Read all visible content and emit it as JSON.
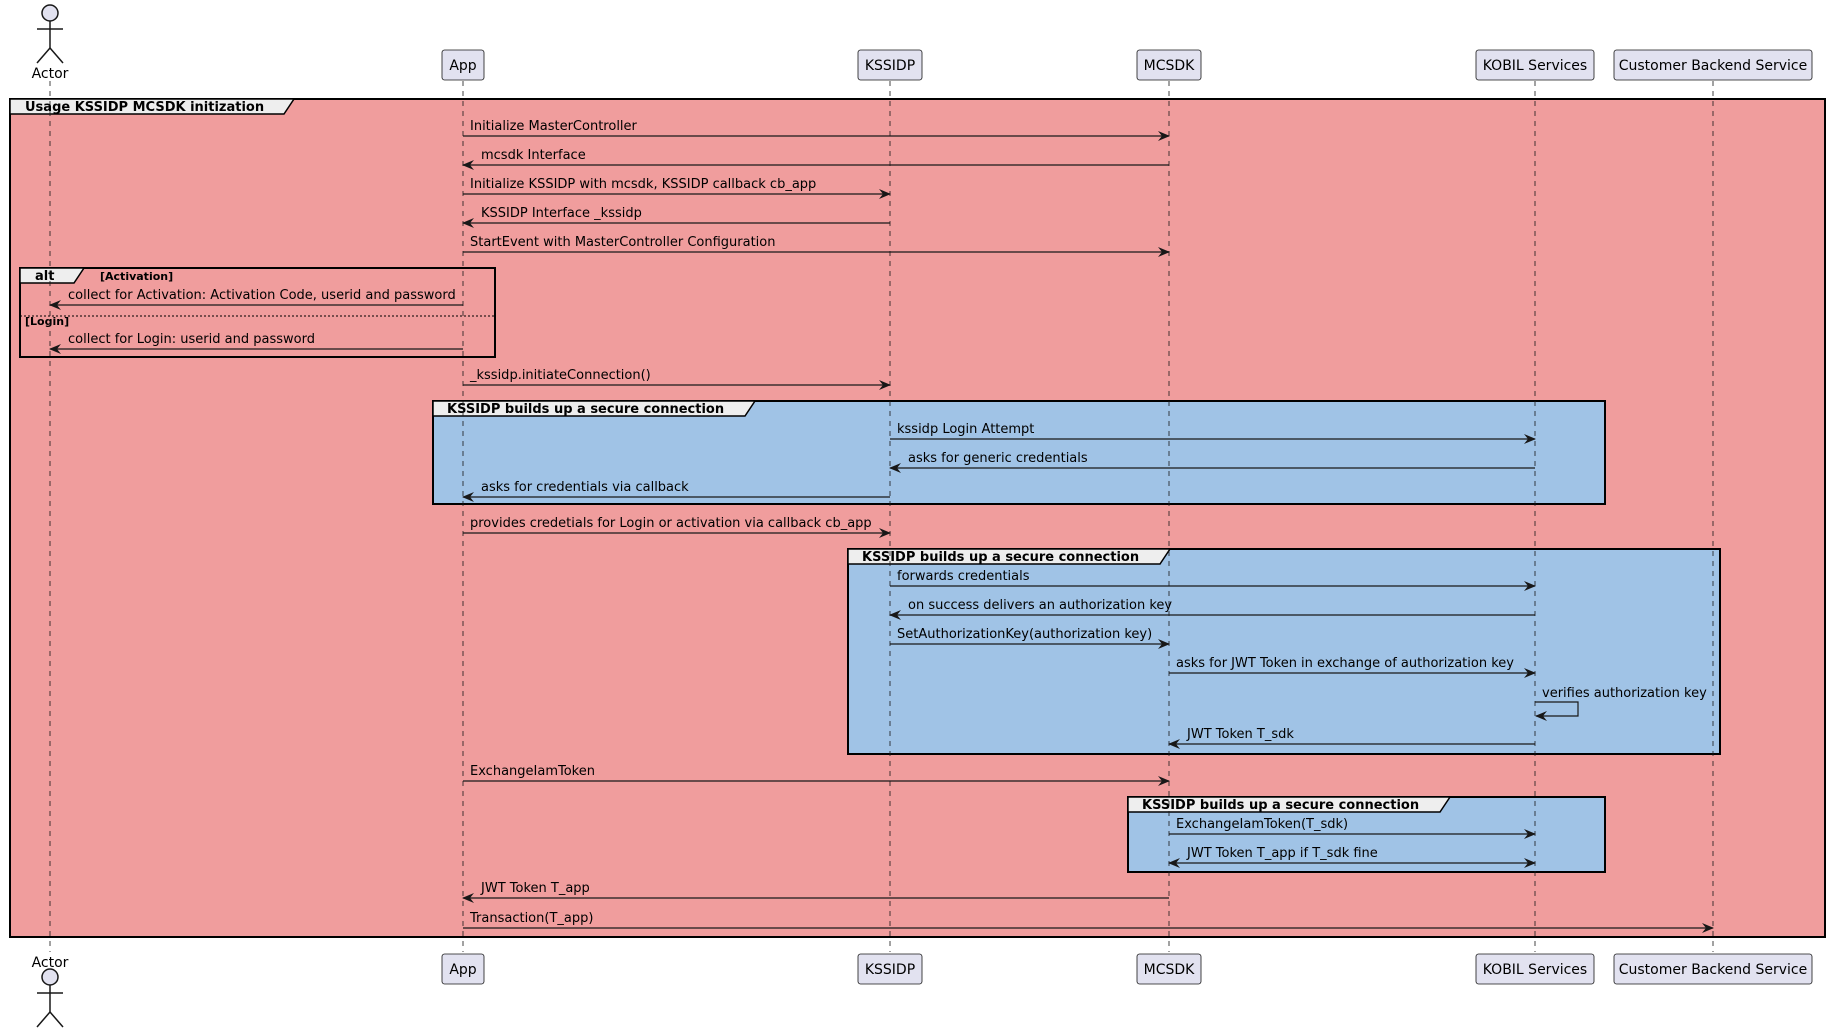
{
  "colors": {
    "outer_group_fill": "#F09D9D",
    "inner_group_fill": "#A0C3E6",
    "participant_fill": "#E2E2F0",
    "participant_border": "#181818",
    "header_tab_fill": "#EEEEEE",
    "line": "#181818"
  },
  "participants": [
    {
      "id": "actor",
      "name": "Actor",
      "kind": "actor"
    },
    {
      "id": "app",
      "name": "App",
      "kind": "box"
    },
    {
      "id": "kssidp",
      "name": "KSSIDP",
      "kind": "box"
    },
    {
      "id": "mcsdk",
      "name": "MCSDK",
      "kind": "box"
    },
    {
      "id": "kobil",
      "name": "KOBIL Services",
      "kind": "box"
    },
    {
      "id": "backend",
      "name": "Customer Backend Service",
      "kind": "box"
    }
  ],
  "outer_group": {
    "title": "Usage KSSIDP MCSDK initization"
  },
  "alt_block": {
    "keyword": "alt",
    "conditions": [
      "[Activation]",
      "[Login]"
    ]
  },
  "inner_groups": [
    {
      "title": "KSSIDP builds up a secure connection"
    },
    {
      "title": "KSSIDP builds up a secure connection"
    },
    {
      "title": "KSSIDP builds up a secure connection"
    }
  ],
  "messages": [
    {
      "from": "app",
      "to": "mcsdk",
      "label": "Initialize MasterController"
    },
    {
      "from": "mcsdk",
      "to": "app",
      "label": "mcsdk Interface"
    },
    {
      "from": "app",
      "to": "kssidp",
      "label": "Initialize KSSIDP with mcsdk, KSSIDP callback cb_app"
    },
    {
      "from": "kssidp",
      "to": "app",
      "label": "KSSIDP Interface _kssidp"
    },
    {
      "from": "app",
      "to": "mcsdk",
      "label": "StartEvent with MasterController Configuration"
    },
    {
      "from": "app",
      "to": "actor",
      "label": "collect for Activation: Activation Code, userid and password"
    },
    {
      "from": "app",
      "to": "actor",
      "label": "collect for Login: userid and password"
    },
    {
      "from": "app",
      "to": "kssidp",
      "label": "_kssidp.initiateConnection()"
    },
    {
      "from": "kssidp",
      "to": "kobil",
      "label": "kssidp Login Attempt"
    },
    {
      "from": "kobil",
      "to": "kssidp",
      "label": "asks for generic credentials"
    },
    {
      "from": "kssidp",
      "to": "app",
      "label": "asks for credentials via callback"
    },
    {
      "from": "app",
      "to": "kssidp",
      "label": "provides credetials for Login or activation via callback cb_app"
    },
    {
      "from": "kssidp",
      "to": "kobil",
      "label": "forwards credentials"
    },
    {
      "from": "kobil",
      "to": "kssidp",
      "label": "on success delivers an authorization key"
    },
    {
      "from": "kssidp",
      "to": "mcsdk",
      "label": "SetAuthorizationKey(authorization key)"
    },
    {
      "from": "mcsdk",
      "to": "kobil",
      "label": "asks for JWT Token in exchange of authorization key"
    },
    {
      "from": "kobil",
      "to": "kobil",
      "label": "verifies authorization key"
    },
    {
      "from": "kobil",
      "to": "mcsdk",
      "label": "JWT Token T_sdk"
    },
    {
      "from": "app",
      "to": "mcsdk",
      "label": "ExchangeIamToken"
    },
    {
      "from": "mcsdk",
      "to": "kobil",
      "label": "ExchangeIamToken(T_sdk)"
    },
    {
      "from": "kobil",
      "to": "mcsdk",
      "label": "JWT Token T_app if T_sdk fine",
      "bidirectional": true
    },
    {
      "from": "mcsdk",
      "to": "app",
      "label": "JWT Token T_app"
    },
    {
      "from": "app",
      "to": "backend",
      "label": "Transaction(T_app)"
    }
  ]
}
